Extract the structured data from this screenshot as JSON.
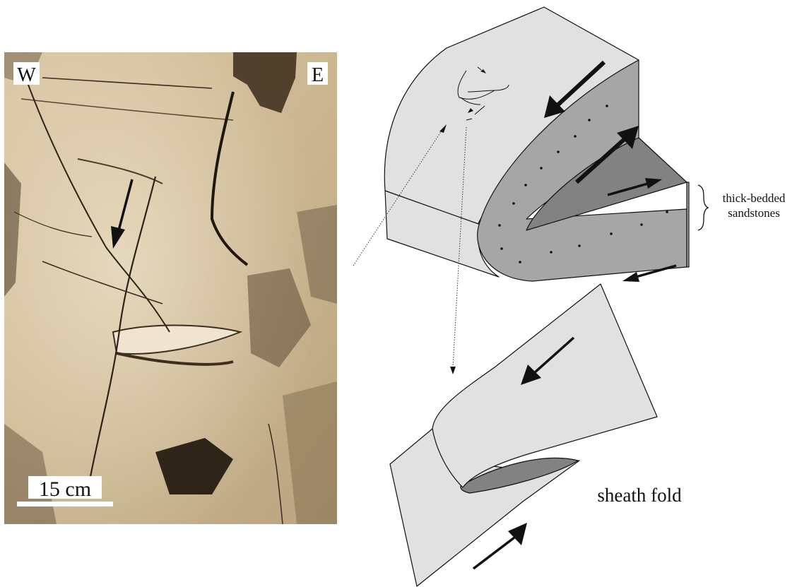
{
  "photo": {
    "orientation_left": "W",
    "orientation_right": "E",
    "scale_bar_label": "15 cm"
  },
  "block_diagram": {
    "bracket_label_line1": "thick-bedded",
    "bracket_label_line2": "sandstones"
  },
  "sheath_diagram": {
    "caption": "sheath fold"
  },
  "colors": {
    "surface_light": "#e1e1e1",
    "surface_mid": "#a6a6a6",
    "surface_dark": "#828282",
    "arrow": "#111111",
    "rock_base": "#c9b594"
  }
}
